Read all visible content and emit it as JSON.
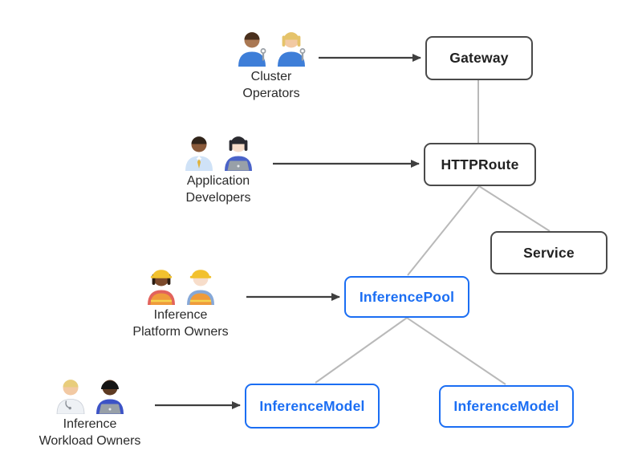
{
  "diagram": {
    "colors": {
      "background": "#ffffff",
      "box_border": "#4a4a4a",
      "box_text": "#212121",
      "extension_blue": "#1b6ef3",
      "connector_gray": "#b9b9b9",
      "arrow_dark": "#3f3f3f",
      "label_text": "#2a2a2a"
    },
    "nodes": [
      {
        "id": "gateway",
        "label": "Gateway",
        "style": "standard"
      },
      {
        "id": "httproute",
        "label": "HTTPRoute",
        "style": "standard"
      },
      {
        "id": "service",
        "label": "Service",
        "style": "standard"
      },
      {
        "id": "inferencepool",
        "label": "InferencePool",
        "style": "extension"
      },
      {
        "id": "inferencemodel-left",
        "label": "InferenceModel",
        "style": "extension"
      },
      {
        "id": "inferencemodel-right",
        "label": "InferenceModel",
        "style": "extension"
      }
    ],
    "edges": [
      {
        "from": "gateway",
        "to": "httproute"
      },
      {
        "from": "httproute",
        "to": "inferencepool"
      },
      {
        "from": "httproute",
        "to": "service"
      },
      {
        "from": "inferencepool",
        "to": "inferencemodel-left"
      },
      {
        "from": "inferencepool",
        "to": "inferencemodel-right"
      }
    ],
    "persona_arrows": [
      {
        "from": "cluster-operators",
        "to": "gateway"
      },
      {
        "from": "application-developers",
        "to": "httproute"
      },
      {
        "from": "inference-platform-owners",
        "to": "inferencepool"
      },
      {
        "from": "inference-workload-owners",
        "to": "inferencemodel-left"
      }
    ],
    "personas": [
      {
        "id": "cluster-operators",
        "label": "Cluster\nOperators",
        "emoji": "👨🏽‍🔧 👩🏼‍🔧",
        "people": [
          {
            "skin": "#aa7853",
            "hair": "#4a301d",
            "hairstyle": "short",
            "shirt": "#3e7ed8",
            "wrench": true
          },
          {
            "skin": "#f2c9a3",
            "hair": "#e5c36a",
            "hairstyle": "long",
            "shirt": "#3e7ed8",
            "wrench": true
          }
        ]
      },
      {
        "id": "application-developers",
        "label": "Application\nDevelopers",
        "emoji": "👨🏾‍💼 👩🏻‍💻",
        "people": [
          {
            "skin": "#8a5a3a",
            "hair": "#31241a",
            "hairstyle": "short",
            "shirt": "#cfe2f7",
            "tie": "#dfb23c"
          },
          {
            "skin": "#f7ddca",
            "hair": "#2a2a30",
            "hairstyle": "long",
            "shirt": "#4a63c8",
            "laptop": true
          }
        ]
      },
      {
        "id": "inference-platform-owners",
        "label": "Inference\nPlatform Owners",
        "emoji": "👷🏾‍♀️ 👷🏻",
        "people": [
          {
            "skin": "#7c4a2b",
            "hair": "#2b1d12",
            "hairstyle": "long",
            "shirt": "#e2635c",
            "vest": "#ef9b3b",
            "helmet": "#f2c12e"
          },
          {
            "skin": "#f7ddca",
            "hair": "#b9855c",
            "hairstyle": "none",
            "shirt": "#86a8d8",
            "vest": "#ef9b3b",
            "helmet": "#f2c12e"
          }
        ]
      },
      {
        "id": "inference-workload-owners",
        "label": "Inference\nWorkload Owners",
        "emoji": "🧑🏼‍⚕️ 🧑🏿‍💻",
        "people": [
          {
            "skin": "#f2c9a3",
            "hair": "#e8cd7c",
            "hairstyle": "short",
            "shirt": "#eef1f5",
            "coat": true,
            "stetho": true
          },
          {
            "skin": "#5d3a22",
            "hair": "#141414",
            "hairstyle": "afro",
            "shirt": "#3c53c6",
            "laptop": true
          }
        ]
      }
    ]
  }
}
